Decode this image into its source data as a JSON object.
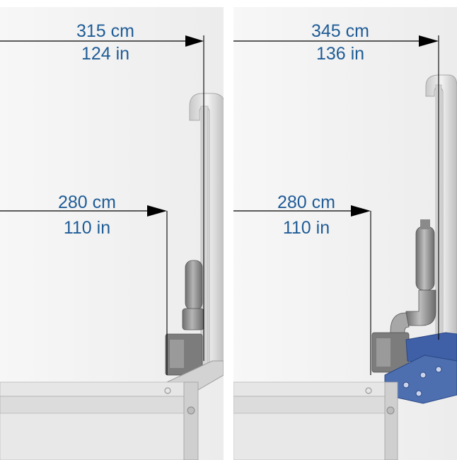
{
  "panels": [
    {
      "top_dimension": {
        "metric": "315 cm",
        "imperial": "124 in"
      },
      "lower_dimension": {
        "metric": "280 cm",
        "imperial": "110 in"
      }
    },
    {
      "top_dimension": {
        "metric": "345 cm",
        "imperial": "136 in"
      },
      "lower_dimension": {
        "metric": "280 cm",
        "imperial": "110 in"
      }
    }
  ],
  "colors": {
    "label_text": "#1f5c96",
    "dimension_line": "#000000",
    "panel_background": "#f3f3f3",
    "machine_gray": "#8f8f8f",
    "bracket_blue": "#4d6fb0"
  },
  "icons": [
    "arrow-head-icon"
  ]
}
